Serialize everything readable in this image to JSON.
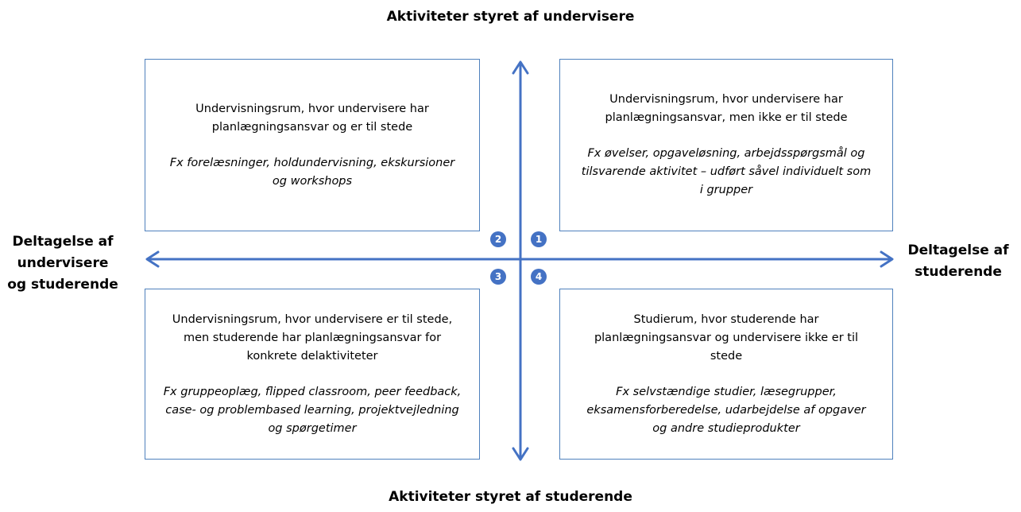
{
  "axes": {
    "top": "Aktiviteter styret af undervisere",
    "bottom": "Aktiviteter styret af studerende",
    "left": "Deltagelse af undervisere og studerende",
    "right": "Deltagelse af studerende"
  },
  "colors": {
    "axis": "#4472c4",
    "box_border": "#4f81bd",
    "badge": "#4472c4"
  },
  "quadrants": {
    "q1": {
      "number": "1",
      "description": "Undervisningsrum, hvor undervisere har planlægningsansvar, men ikke er til stede",
      "examples": "Fx øvelser, opgaveløsning, arbejdsspørgsmål og tilsvarende aktivitet – udført såvel individuelt som i grupper"
    },
    "q2": {
      "number": "2",
      "description": "Undervisningsrum, hvor undervisere har planlægningsansvar og er til stede",
      "examples": "Fx forelæsninger, holdundervisning, ekskursioner og workshops"
    },
    "q3": {
      "number": "3",
      "description": "Undervisningsrum, hvor undervisere er til stede, men studerende har planlægningsansvar for konkrete delaktiviteter",
      "examples": "Fx gruppeoplæg, flipped classroom, peer feedback, case- og problembased learning, projektvejledning og spørgetimer"
    },
    "q4": {
      "number": "4",
      "description": "Studierum, hvor studerende har planlægningsansvar og undervisere ikke er til stede",
      "examples": "Fx selvstændige studier, læsegrupper, eksamensforberedelse, udarbejdelse af opgaver og andre studieprodukter"
    }
  }
}
